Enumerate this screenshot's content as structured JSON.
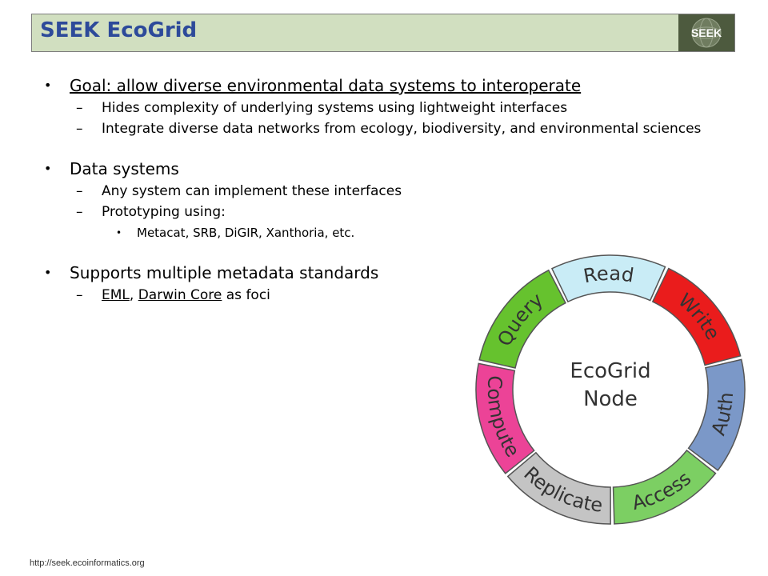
{
  "title": "SEEK EcoGrid",
  "logo": {
    "label": "SEEK",
    "icon": "seek-globe-logo"
  },
  "bullets": [
    {
      "text": "Goal: allow diverse environmental data systems to interoperate",
      "subs": [
        "Hides complexity of underlying systems using lightweight interfaces",
        "Integrate diverse data networks from ecology, biodiversity, and environmental sciences"
      ]
    },
    {
      "text": "Data systems",
      "subs": [
        "Any system can implement these interfaces",
        "Prototyping using:"
      ],
      "subsubs": [
        "Metacat, SRB, DiGIR, Xanthoria, etc."
      ]
    },
    {
      "text": "Supports multiple metadata standards",
      "sub_parts": {
        "eml": "EML",
        "sep": ", ",
        "darwin": "Darwin Core",
        "rest": " as foci"
      }
    }
  ],
  "diagram": {
    "center_line1": "EcoGrid",
    "center_line2": "Node",
    "segments": [
      {
        "label": "Query",
        "color": "#66c22e"
      },
      {
        "label": "Read",
        "color": "#c9ecf6"
      },
      {
        "label": "Write",
        "color": "#ea1c1c"
      },
      {
        "label": "Auth",
        "color": "#7b98c8"
      },
      {
        "label": "Access",
        "color": "#7ccf63"
      },
      {
        "label": "Replicate",
        "color": "#c4c4c4"
      },
      {
        "label": "Compute",
        "color": "#ec4397"
      }
    ]
  },
  "footer": "http://seek.ecoinformatics.org"
}
